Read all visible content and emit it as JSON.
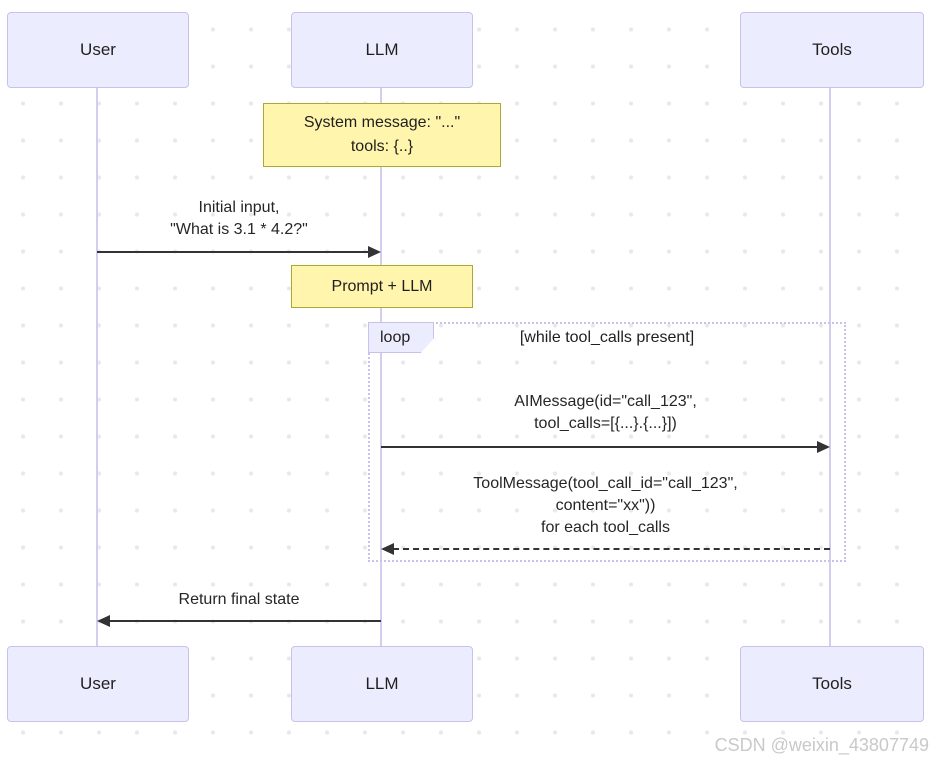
{
  "diagram": {
    "type": "sequence-diagram",
    "actors": [
      {
        "id": "user",
        "label": "User"
      },
      {
        "id": "llm",
        "label": "LLM"
      },
      {
        "id": "tools",
        "label": "Tools"
      }
    ],
    "notes": [
      {
        "id": "system-message",
        "over": "LLM",
        "lines": [
          "System message: \"...\"",
          "tools: {..}"
        ]
      },
      {
        "id": "prompt-llm",
        "over": "LLM",
        "lines": [
          "Prompt + LLM"
        ]
      }
    ],
    "messages": [
      {
        "id": "initial-input",
        "from": "User",
        "to": "LLM",
        "style": "solid",
        "lines": [
          "Initial input,",
          "\"What is 3.1 * 4.2?\""
        ]
      },
      {
        "id": "ai-message",
        "from": "LLM",
        "to": "Tools",
        "style": "solid",
        "lines": [
          "AIMessage(id=\"call_123\",",
          "tool_calls=[{...}.{...}])"
        ]
      },
      {
        "id": "tool-message",
        "from": "Tools",
        "to": "LLM",
        "style": "dashed",
        "lines": [
          "ToolMessage(tool_call_id=\"call_123\",",
          "content=\"xx\"))",
          "for each tool_calls"
        ]
      },
      {
        "id": "return-final",
        "from": "LLM",
        "to": "User",
        "style": "solid",
        "lines": [
          "Return final state"
        ]
      }
    ],
    "loop": {
      "label": "loop",
      "condition": "[while tool_calls present]"
    }
  },
  "watermark": "CSDN @weixin_43807749",
  "colors": {
    "actor_fill": "#ECECFF",
    "actor_border": "#c9c1ea",
    "lifeline": "#d5cdf0",
    "note_fill": "#fff5ad",
    "note_border": "#aaaa33",
    "loop_border": "#c7c2ef",
    "arrow": "#333333",
    "text": "#1f1f1f",
    "watermark": "#c9c9c9",
    "grid_dot": "#e9e9e9"
  }
}
